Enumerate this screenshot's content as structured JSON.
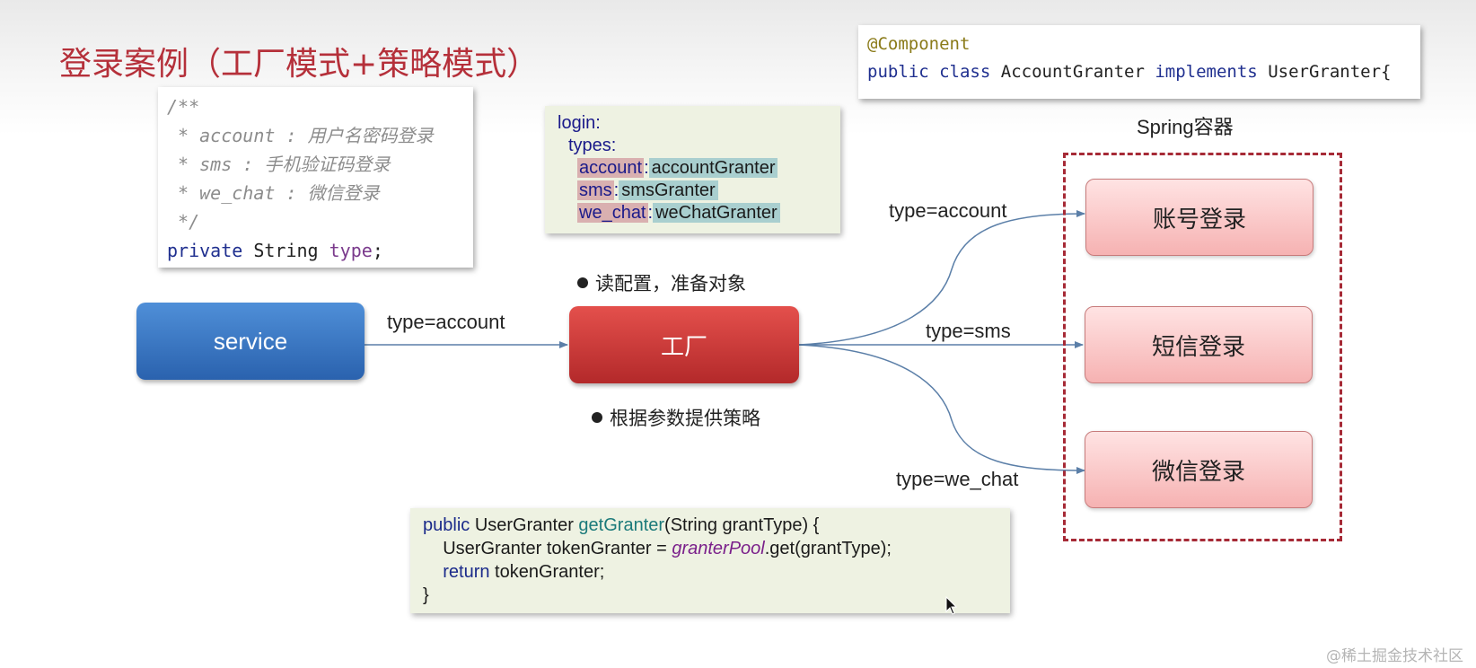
{
  "title": "登录案例（工厂模式+策略模式）",
  "comment_code": {
    "lines": [
      "/**",
      " * account : 用户名密码登录",
      " * sms : 手机验证码登录",
      " * we_chat : 微信登录",
      " */"
    ],
    "field": {
      "keyword": "private",
      "type": "String",
      "name": "type",
      "end": ";"
    }
  },
  "annotation_code": {
    "annotation": "@Component",
    "decl": {
      "kw1": "public",
      "kw2": "class",
      "name": "AccountGranter",
      "kw3": "implements",
      "iface": "UserGranter{"
    }
  },
  "yaml": {
    "root": "login:",
    "types": "types:",
    "entries": [
      {
        "key": "account",
        "sep": ":",
        "value": "accountGranter"
      },
      {
        "key": "sms",
        "sep": ":",
        "value": "smsGranter"
      },
      {
        "key": "we_chat",
        "sep": ":",
        "value": "weChatGranter"
      }
    ]
  },
  "spring": {
    "label": "Spring容器",
    "boxes": [
      "账号登录",
      "短信登录",
      "微信登录"
    ]
  },
  "service": {
    "label": "service"
  },
  "factory": {
    "label": "工厂"
  },
  "edges": {
    "service_to_factory": "type=account",
    "to_account": "type=account",
    "to_sms": "type=sms",
    "to_wechat": "type=we_chat"
  },
  "bullets": {
    "top": "读配置，准备对象",
    "bottom": "根据参数提供策略"
  },
  "method_code": {
    "l1": {
      "kw": "public",
      "ret": "UserGranter",
      "fn": "getGranter",
      "args": "(String grantType) {"
    },
    "l2": {
      "pre": "    UserGranter tokenGranter = ",
      "pool": "granterPool",
      "post": ".get(grantType);"
    },
    "l3": {
      "kw": "return",
      "rest": " tokenGranter;"
    },
    "l4": "}"
  },
  "watermark": "@稀土掘金技术社区",
  "colors": {
    "title": "#b5303a",
    "service": "#3a78c8",
    "factory": "#c8353a",
    "dashed_border": "#a62a36",
    "arrow": "#5b7fa8"
  }
}
